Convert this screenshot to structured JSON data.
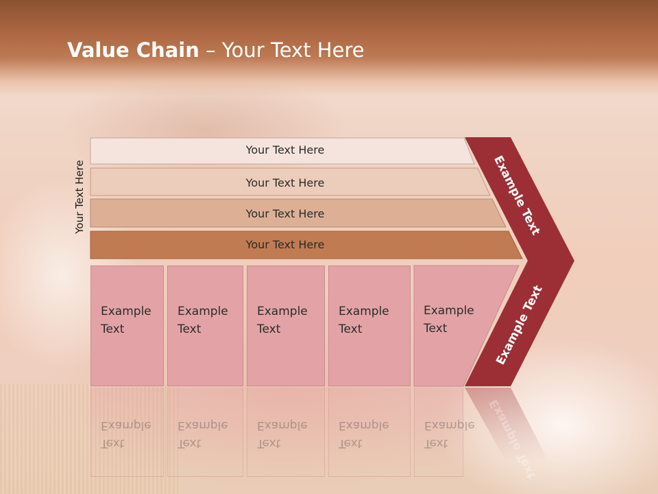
{
  "title": {
    "bold": "Value Chain",
    "rest": " – Your Text Here"
  },
  "side_label": "Your Text Here",
  "bars": [
    {
      "label": "Your Text Here",
      "color": "#f4e4dd"
    },
    {
      "label": "Your Text Here",
      "color": "#ecccba"
    },
    {
      "label": "Your Text Here",
      "color": "#ddb096"
    },
    {
      "label": "Your Text Here",
      "color": "#c17b52"
    }
  ],
  "boxes": [
    {
      "line1": "Example",
      "line2": "Text"
    },
    {
      "line1": "Example",
      "line2": "Text"
    },
    {
      "line1": "Example",
      "line2": "Text"
    },
    {
      "line1": "Example",
      "line2": "Text"
    },
    {
      "line1": "Example",
      "line2": "Text"
    }
  ],
  "chevron": {
    "upper_label": "Example Text",
    "lower_label": "Example Text",
    "color": "#9b2f35",
    "box_color": "#e3a3a6"
  }
}
